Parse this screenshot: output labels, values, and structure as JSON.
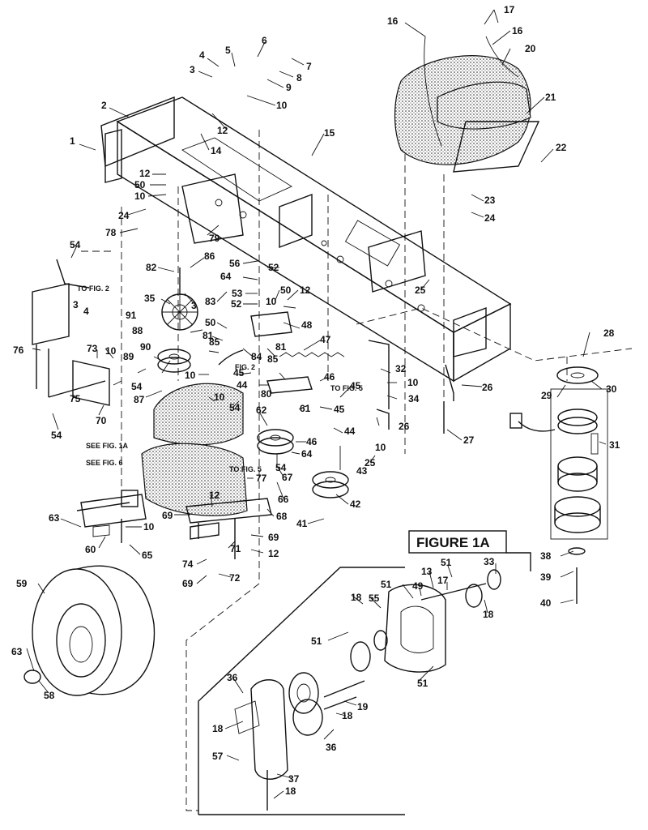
{
  "figure_title": "FIGURE 1A",
  "notes": {
    "to_fig_2_upper": "TO FIG. 2",
    "to_fig_2_lower": "FIG. 2",
    "to_fig_5_right": "TO FIG. 5",
    "to_fig_5_lower": "TO FIG. 5",
    "see_fig_1a": "SEE FIG. 1A",
    "see_fig_6": "SEE FIG. 6"
  },
  "callouts": [
    {
      "n": "1",
      "key": "c1"
    },
    {
      "n": "2",
      "key": "c2"
    },
    {
      "n": "3",
      "key": "c3a"
    },
    {
      "n": "4",
      "key": "c4a"
    },
    {
      "n": "5",
      "key": "c5"
    },
    {
      "n": "6",
      "key": "c6"
    },
    {
      "n": "7",
      "key": "c7"
    },
    {
      "n": "8",
      "key": "c8"
    },
    {
      "n": "9",
      "key": "c9"
    },
    {
      "n": "10",
      "key": "c10a"
    },
    {
      "n": "12",
      "key": "c12a"
    },
    {
      "n": "14",
      "key": "c14"
    },
    {
      "n": "15",
      "key": "c15"
    },
    {
      "n": "16",
      "key": "c16a"
    },
    {
      "n": "16",
      "key": "c16b"
    },
    {
      "n": "17",
      "key": "c17"
    },
    {
      "n": "20",
      "key": "c20"
    },
    {
      "n": "21",
      "key": "c21"
    },
    {
      "n": "22",
      "key": "c22"
    },
    {
      "n": "12",
      "key": "c12b"
    },
    {
      "n": "50",
      "key": "c50a"
    },
    {
      "n": "10",
      "key": "c10b"
    },
    {
      "n": "24",
      "key": "c24a"
    },
    {
      "n": "78",
      "key": "c78"
    },
    {
      "n": "79",
      "key": "c79"
    },
    {
      "n": "23",
      "key": "c23"
    },
    {
      "n": "24",
      "key": "c24b"
    },
    {
      "n": "54",
      "key": "c54a"
    },
    {
      "n": "56",
      "key": "c56"
    },
    {
      "n": "52",
      "key": "c52a"
    },
    {
      "n": "82",
      "key": "c82"
    },
    {
      "n": "86",
      "key": "c86"
    },
    {
      "n": "3",
      "key": "c3b"
    },
    {
      "n": "4",
      "key": "c4b"
    },
    {
      "n": "3",
      "key": "c3c"
    },
    {
      "n": "35",
      "key": "c35"
    },
    {
      "n": "64",
      "key": "c64a"
    },
    {
      "n": "53",
      "key": "c53"
    },
    {
      "n": "52",
      "key": "c52b"
    },
    {
      "n": "50",
      "key": "c50b"
    },
    {
      "n": "12",
      "key": "c12c"
    },
    {
      "n": "10",
      "key": "c10c"
    },
    {
      "n": "25",
      "key": "c25a"
    },
    {
      "n": "83",
      "key": "c83"
    },
    {
      "n": "91",
      "key": "c91"
    },
    {
      "n": "50",
      "key": "c50c"
    },
    {
      "n": "88",
      "key": "c88"
    },
    {
      "n": "81",
      "key": "c81a"
    },
    {
      "n": "48",
      "key": "c48"
    },
    {
      "n": "76",
      "key": "c76"
    },
    {
      "n": "85",
      "key": "c85a"
    },
    {
      "n": "84",
      "key": "c84"
    },
    {
      "n": "81",
      "key": "c81b"
    },
    {
      "n": "47",
      "key": "c47"
    },
    {
      "n": "28",
      "key": "c28"
    },
    {
      "n": "73",
      "key": "c73"
    },
    {
      "n": "10",
      "key": "c10d"
    },
    {
      "n": "89",
      "key": "c89"
    },
    {
      "n": "90",
      "key": "c90"
    },
    {
      "n": "85",
      "key": "c85b"
    },
    {
      "n": "32",
      "key": "c32"
    },
    {
      "n": "10",
      "key": "c10e"
    },
    {
      "n": "54",
      "key": "c54b"
    },
    {
      "n": "10",
      "key": "c10f"
    },
    {
      "n": "45",
      "key": "c45a"
    },
    {
      "n": "80",
      "key": "c80"
    },
    {
      "n": "46",
      "key": "c46a"
    },
    {
      "n": "29",
      "key": "c29"
    },
    {
      "n": "30",
      "key": "c30"
    },
    {
      "n": "26",
      "key": "c26a"
    },
    {
      "n": "34",
      "key": "c34"
    },
    {
      "n": "44",
      "key": "c44a"
    },
    {
      "n": "87",
      "key": "c87"
    },
    {
      "n": "45",
      "key": "c45b"
    },
    {
      "n": "10",
      "key": "c10g"
    },
    {
      "n": "75",
      "key": "c75"
    },
    {
      "n": "70",
      "key": "c70"
    },
    {
      "n": "54",
      "key": "c54c"
    },
    {
      "n": "61",
      "key": "c61"
    },
    {
      "n": "45",
      "key": "c45c"
    },
    {
      "n": "26",
      "key": "c26b"
    },
    {
      "n": "10",
      "key": "c10h"
    },
    {
      "n": "27",
      "key": "c27"
    },
    {
      "n": "54",
      "key": "c54d"
    },
    {
      "n": "62",
      "key": "c62"
    },
    {
      "n": "44",
      "key": "c44b"
    },
    {
      "n": "46",
      "key": "c46b"
    },
    {
      "n": "64",
      "key": "c64b"
    },
    {
      "n": "54",
      "key": "c54e"
    },
    {
      "n": "25",
      "key": "c25b"
    },
    {
      "n": "31",
      "key": "c31"
    },
    {
      "n": "43",
      "key": "c43"
    },
    {
      "n": "67",
      "key": "c67"
    },
    {
      "n": "66",
      "key": "c66"
    },
    {
      "n": "77",
      "key": "c77"
    },
    {
      "n": "42",
      "key": "c42"
    },
    {
      "n": "41",
      "key": "c41"
    },
    {
      "n": "12",
      "key": "c12d"
    },
    {
      "n": "63",
      "key": "c63a"
    },
    {
      "n": "10",
      "key": "c10i"
    },
    {
      "n": "69",
      "key": "c69a"
    },
    {
      "n": "68",
      "key": "c68"
    },
    {
      "n": "60",
      "key": "c60"
    },
    {
      "n": "65",
      "key": "c65"
    },
    {
      "n": "71",
      "key": "c71"
    },
    {
      "n": "69",
      "key": "c69b"
    },
    {
      "n": "12",
      "key": "c12e"
    },
    {
      "n": "38",
      "key": "c38"
    },
    {
      "n": "39",
      "key": "c39"
    },
    {
      "n": "40",
      "key": "c40"
    },
    {
      "n": "74",
      "key": "c74"
    },
    {
      "n": "69",
      "key": "c69c"
    },
    {
      "n": "72",
      "key": "c72"
    },
    {
      "n": "59",
      "key": "c59"
    },
    {
      "n": "33",
      "key": "c33"
    },
    {
      "n": "51",
      "key": "c51a"
    },
    {
      "n": "13",
      "key": "c13"
    },
    {
      "n": "17",
      "key": "c17b"
    },
    {
      "n": "51",
      "key": "c51b"
    },
    {
      "n": "49",
      "key": "c49"
    },
    {
      "n": "18",
      "key": "c18a"
    },
    {
      "n": "55",
      "key": "c55"
    },
    {
      "n": "18",
      "key": "c18b"
    },
    {
      "n": "51",
      "key": "c51c"
    },
    {
      "n": "51",
      "key": "c51d"
    },
    {
      "n": "63",
      "key": "c63b"
    },
    {
      "n": "58",
      "key": "c58"
    },
    {
      "n": "36",
      "key": "c36a"
    },
    {
      "n": "19",
      "key": "c19"
    },
    {
      "n": "18",
      "key": "c18c"
    },
    {
      "n": "18",
      "key": "c18d"
    },
    {
      "n": "36",
      "key": "c36b"
    },
    {
      "n": "57",
      "key": "c57"
    },
    {
      "n": "37",
      "key": "c37"
    },
    {
      "n": "18",
      "key": "c18e"
    }
  ]
}
